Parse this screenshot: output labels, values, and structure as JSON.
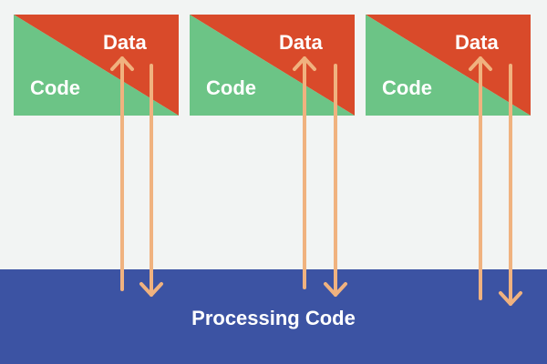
{
  "colors": {
    "background": "#f2f4f3",
    "data_triangle": "#d94a2a",
    "code_triangle": "#6cc486",
    "band": "#3c53a3",
    "arrow": "#f0b27f"
  },
  "modules": [
    {
      "data_label": "Data",
      "code_label": "Code"
    },
    {
      "data_label": "Data",
      "code_label": "Code"
    },
    {
      "data_label": "Data",
      "code_label": "Code"
    }
  ],
  "bottom_band": {
    "label": "Processing Code"
  }
}
